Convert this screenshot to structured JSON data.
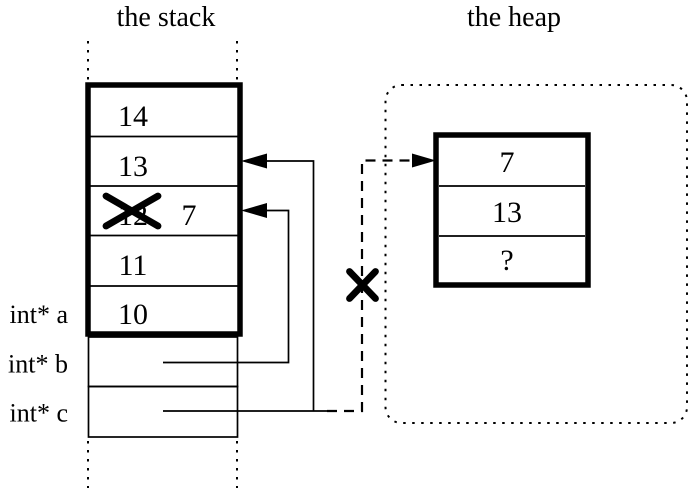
{
  "titles": {
    "stack": "the stack",
    "heap": "the heap"
  },
  "stack": {
    "cells": [
      "14",
      "13",
      "12",
      "11",
      "10"
    ],
    "overwritten": {
      "old": "12",
      "new": "7"
    },
    "pointer_labels": [
      "int* a",
      "int* b",
      "int* c"
    ]
  },
  "heap": {
    "cells": [
      "7",
      "13",
      "?"
    ]
  },
  "colors": {
    "ink": "#000000",
    "background": "#ffffff"
  }
}
